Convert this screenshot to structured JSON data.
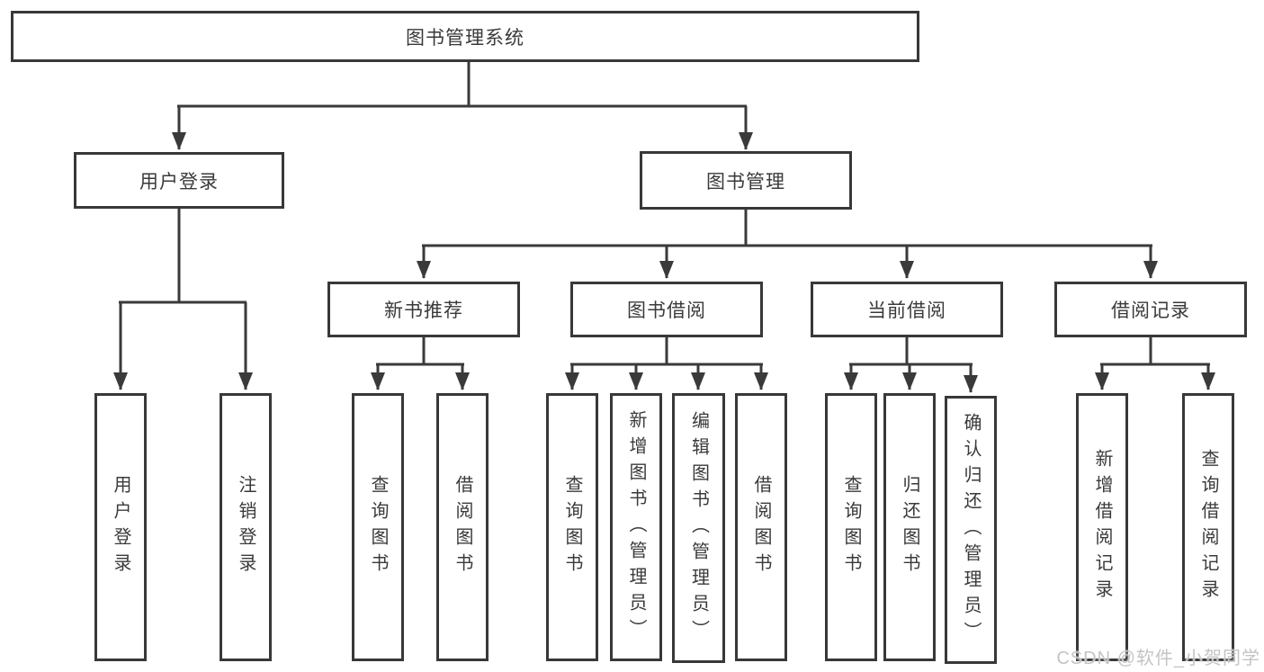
{
  "nodes": {
    "root": "图书管理系统",
    "user_login": "用户登录",
    "book_management": "图书管理",
    "new_book_recommend": "新书推荐",
    "book_borrow": "图书借阅",
    "current_borrow": "当前借阅",
    "borrow_records": "借阅记录",
    "ul_user_login": "用户登录",
    "ul_logout": "注销登录",
    "nb_query_books": "查询图书",
    "nb_borrow_books": "借阅图书",
    "bb_query_books": "查询图书",
    "bb_add_book_admin": "新增图书（管理员）",
    "bb_edit_book_admin": "编辑图书（管理员）",
    "bb_borrow_books": "借阅图书",
    "cb_query_books": "查询图书",
    "cb_return_books": "归还图书",
    "cb_confirm_return_admin": "确认归还（管理员）",
    "br_add_record": "新增借阅记录",
    "br_query_record": "查询借阅记录"
  },
  "structure": {
    "图书管理系统": [
      "用户登录",
      "图书管理"
    ],
    "用户登录": [
      "用户登录",
      "注销登录"
    ],
    "图书管理": [
      "新书推荐",
      "图书借阅",
      "当前借阅",
      "借阅记录"
    ],
    "新书推荐": [
      "查询图书",
      "借阅图书"
    ],
    "图书借阅": [
      "查询图书",
      "新增图书（管理员）",
      "编辑图书（管理员）",
      "借阅图书"
    ],
    "当前借阅": [
      "查询图书",
      "归还图书",
      "确认归还（管理员）"
    ],
    "借阅记录": [
      "新增借阅记录",
      "查询借阅记录"
    ]
  },
  "watermark": "CSDN @软件_小贺同学",
  "colors": {
    "line": "#3a3a3a",
    "border": "#383838",
    "text": "#3a3a3a",
    "background": "#ffffff",
    "watermark": "#c4c4c4"
  }
}
